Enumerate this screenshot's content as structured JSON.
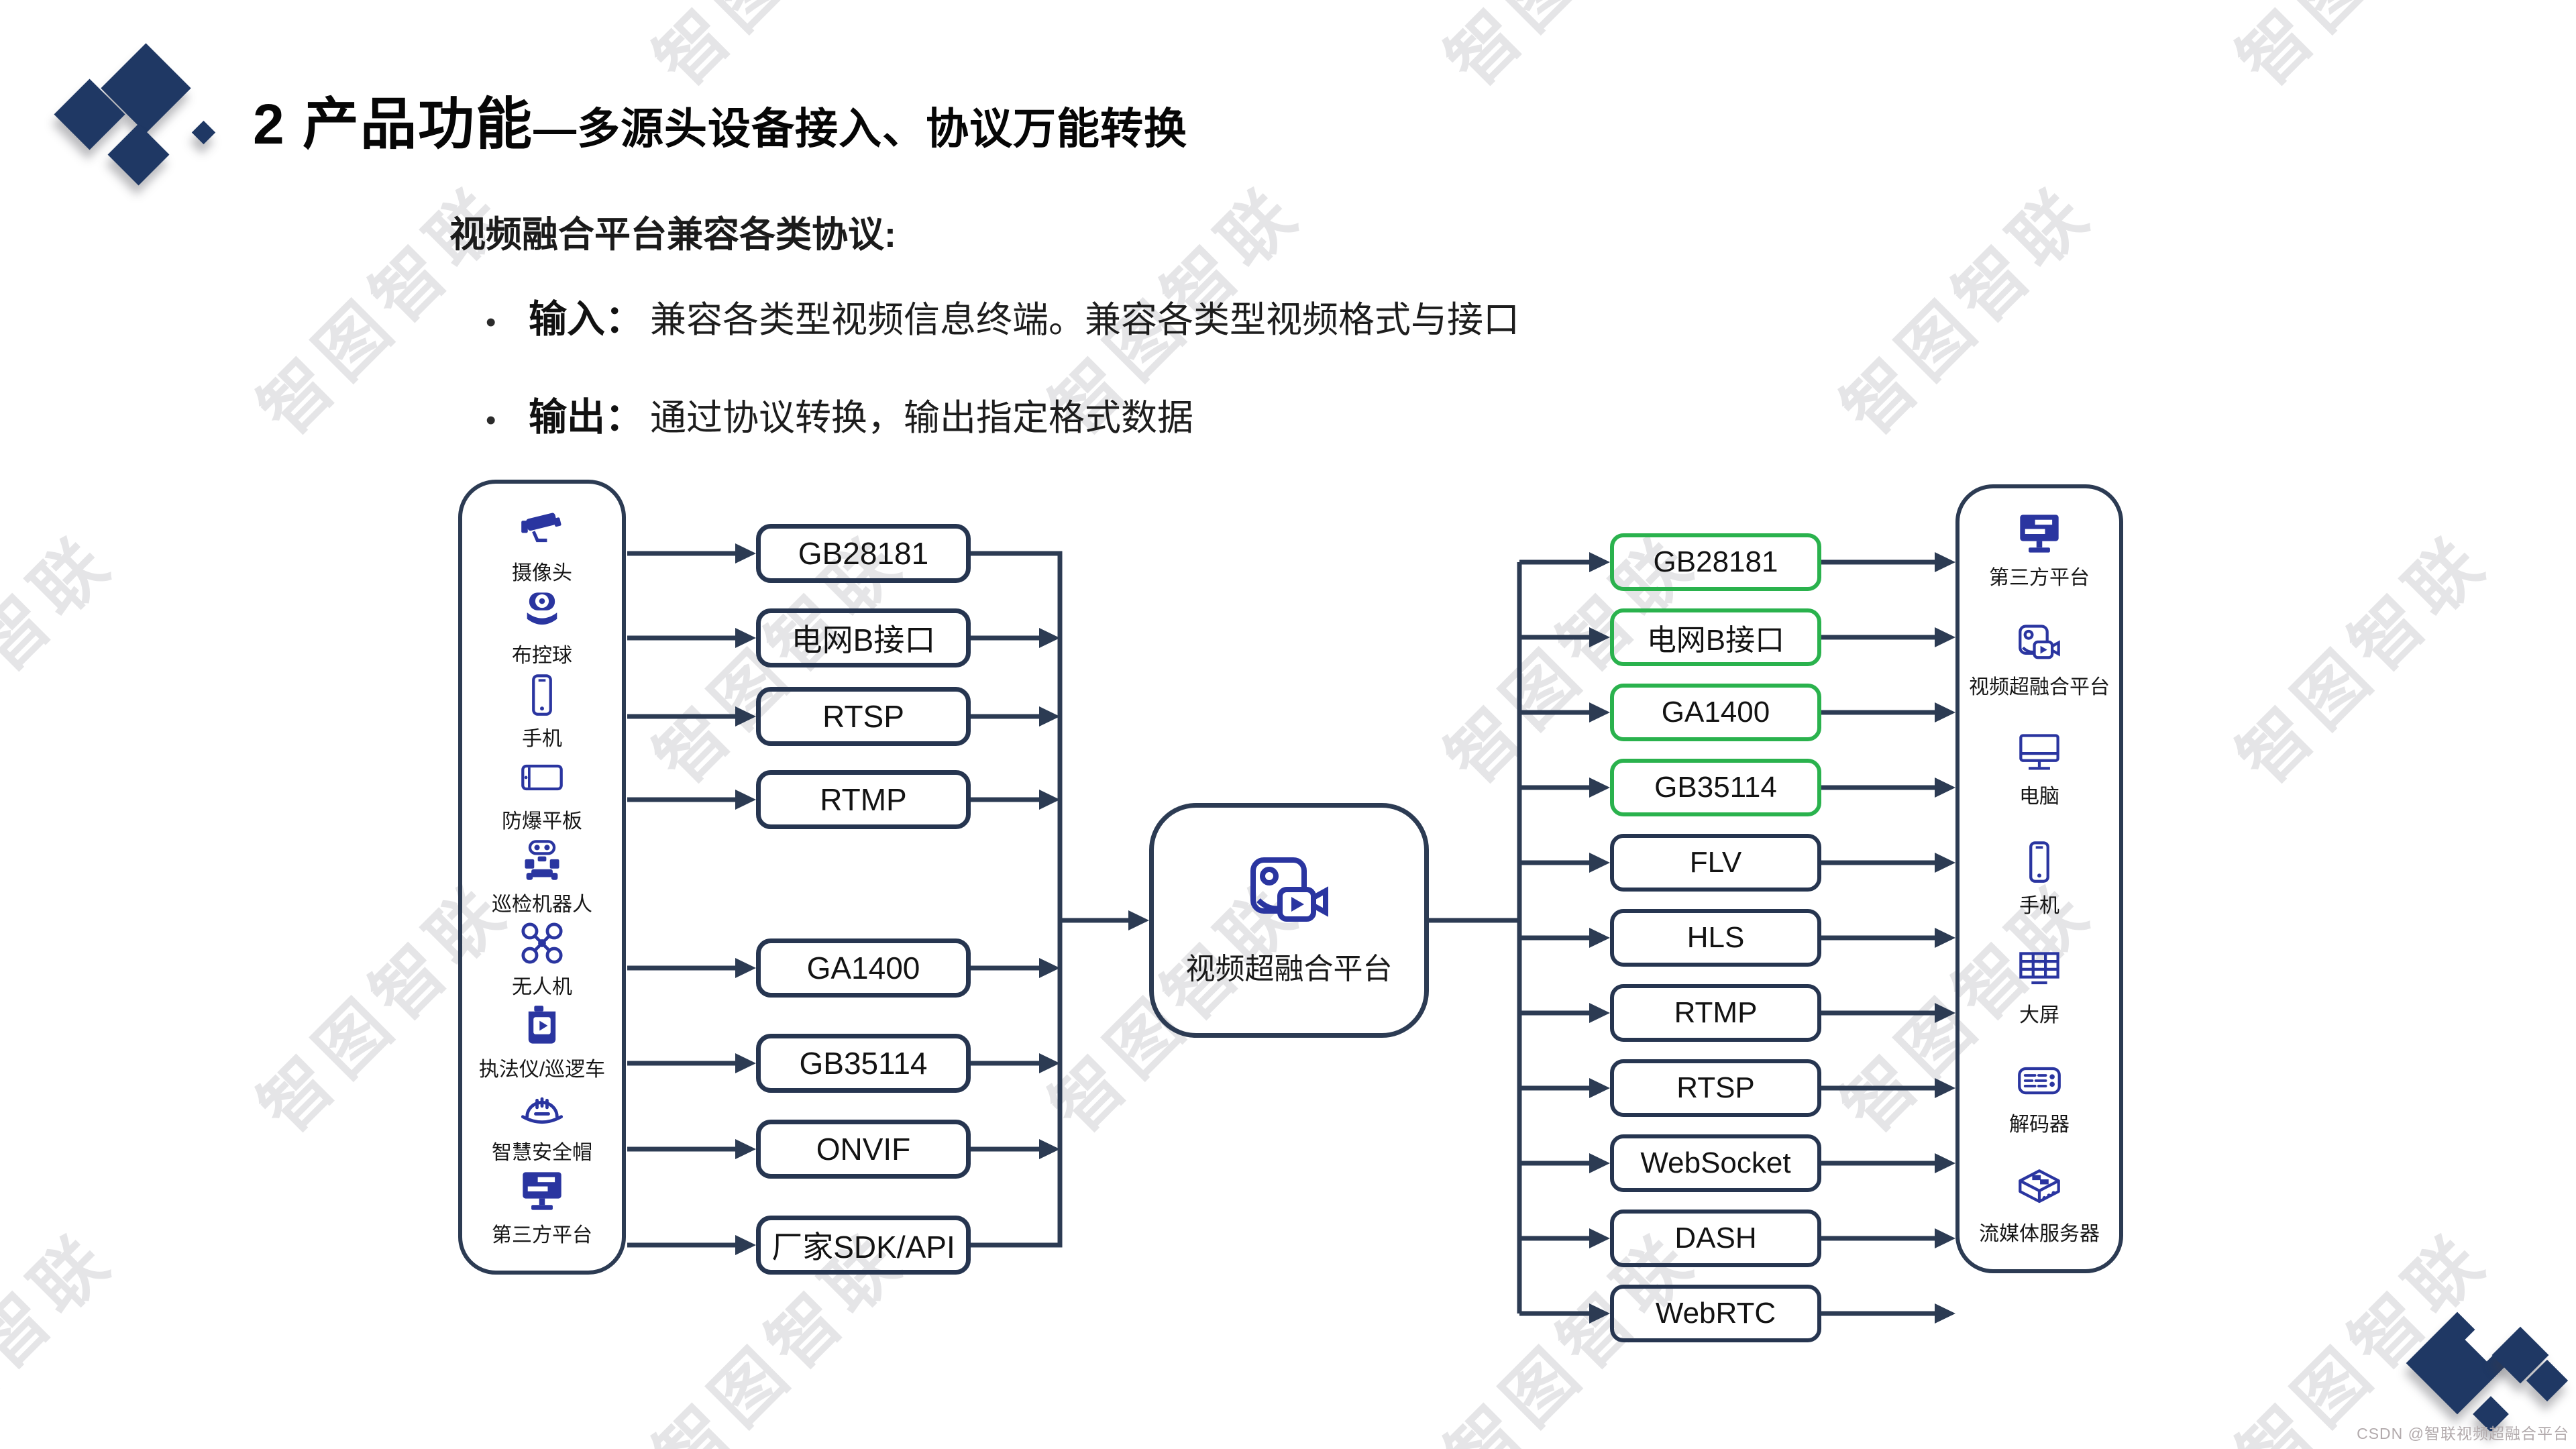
{
  "header": {
    "title_num": "2 产品功能",
    "title_rest": "—多源头设备接入、协议万能转换"
  },
  "intro": {
    "heading": "视频融合平台兼容各类协议:"
  },
  "bullets": [
    {
      "bullet": "•",
      "label": "输入：",
      "text": "兼容各类型视频信息终端。兼容各类型视频格式与接口"
    },
    {
      "bullet": "•",
      "label": "输出：",
      "text": "通过协议转换，输出指定格式数据"
    }
  ],
  "left_panel": {
    "items": [
      {
        "icon": "cctv-camera",
        "label": "摄像头"
      },
      {
        "icon": "ptz-dome",
        "label": "布控球"
      },
      {
        "icon": "phone",
        "label": "手机"
      },
      {
        "icon": "tablet",
        "label": "防爆平板"
      },
      {
        "icon": "robot",
        "label": "巡检机器人"
      },
      {
        "icon": "drone",
        "label": "无人机"
      },
      {
        "icon": "bodycam",
        "label": "执法仪/巡逻车"
      },
      {
        "icon": "helmet",
        "label": "智慧安全帽"
      },
      {
        "icon": "third-party",
        "label": "第三方平台"
      }
    ]
  },
  "left_protocols": [
    "GB28181",
    "电网B接口",
    "RTSP",
    "RTMP",
    "GA1400",
    "GB35114",
    "ONVIF",
    "厂家SDK/API"
  ],
  "center": {
    "label": "视频超融合平台"
  },
  "right_protocols": [
    {
      "label": "GB28181",
      "highlight": true
    },
    {
      "label": "电网B接口",
      "highlight": true
    },
    {
      "label": "GA1400",
      "highlight": true
    },
    {
      "label": "GB35114",
      "highlight": true
    },
    {
      "label": "FLV",
      "highlight": false
    },
    {
      "label": "HLS",
      "highlight": false
    },
    {
      "label": "RTMP",
      "highlight": false
    },
    {
      "label": "RTSP",
      "highlight": false
    },
    {
      "label": "WebSocket",
      "highlight": false
    },
    {
      "label": "DASH",
      "highlight": false
    },
    {
      "label": "WebRTC",
      "highlight": false
    }
  ],
  "right_panel": {
    "items": [
      {
        "icon": "third-party",
        "label": "第三方平台"
      },
      {
        "icon": "fusion-platform",
        "label": "视频超融合平台"
      },
      {
        "icon": "computer",
        "label": "电脑"
      },
      {
        "icon": "phone",
        "label": "手机"
      },
      {
        "icon": "video-wall",
        "label": "大屏"
      },
      {
        "icon": "decoder",
        "label": "解码器"
      },
      {
        "icon": "media-server",
        "label": "流媒体服务器"
      }
    ]
  },
  "watermark": {
    "text": "智图智联"
  },
  "footer": {
    "credit": "CSDN @智联视频超融合平台"
  },
  "colors": {
    "line": "#2c3b53",
    "icon_blue": "#2a35a0",
    "logo_navy": "#1f3864",
    "highlight_green": "#2ab24d",
    "watermark_gray": "#aaaab0",
    "title_black": "#060606"
  }
}
